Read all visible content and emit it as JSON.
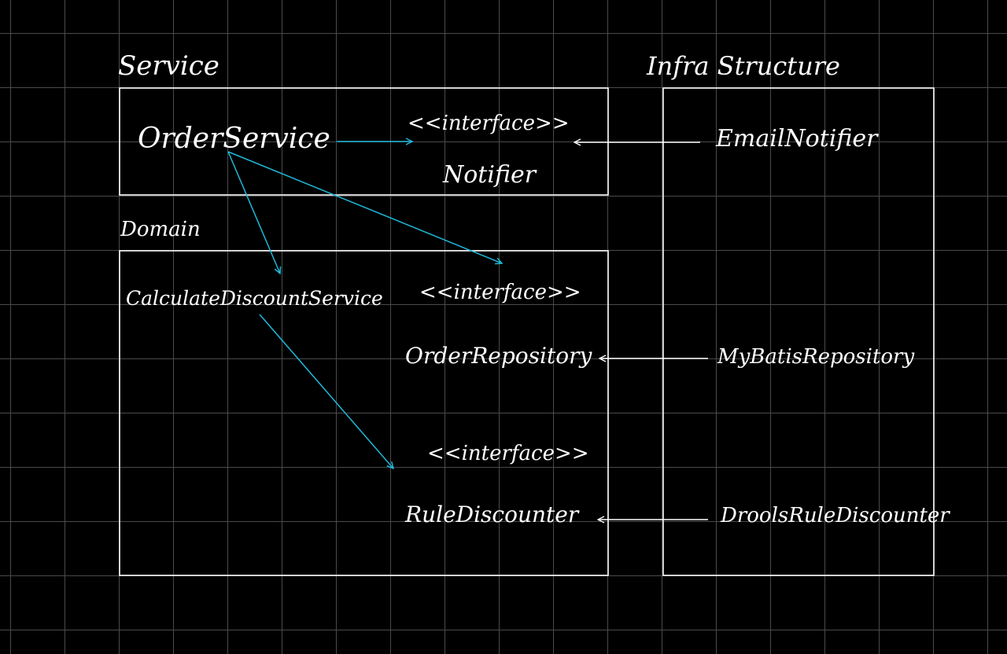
{
  "layers": {
    "service": "Service",
    "domain": "Domain",
    "infra": "Infra Structure"
  },
  "nodes": {
    "order_service": "OrderService",
    "notifier_stereotype": "<<interface>>",
    "notifier": "Notifier",
    "email_notifier": "EmailNotifier",
    "calculate_discount_service": "CalculateDiscountService",
    "order_repository_stereotype": "<<interface>>",
    "order_repository": "OrderRepository",
    "mybatis_repository": "MyBatisRepository",
    "rule_discounter_stereotype": "<<interface>>",
    "rule_discounter": "RuleDiscounter",
    "drools_rule_discounter": "DroolsRuleDiscounter"
  },
  "colors": {
    "background": "#000000",
    "grid": "#4a4a4a",
    "ink": "#ffffff",
    "dependency_arrow": "#1fb8d8"
  }
}
